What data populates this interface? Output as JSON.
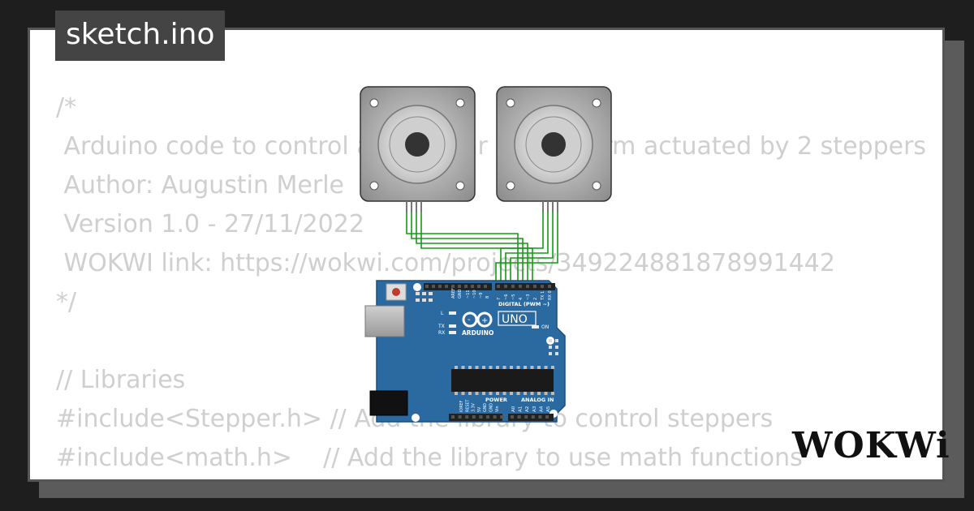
{
  "window": {
    "tab_title": "sketch.ino"
  },
  "code": {
    "lines": [
      "/*",
      " Arduino code to control a bi-planar robotic arm actuated by 2 steppers",
      " Author: Augustin Merle",
      " Version 1.0 - 27/11/2022",
      " WOKWI link: https://wokwi.com/projects/349224881878991442",
      "*/",
      "",
      "// Libraries",
      "#include<Stepper.h> // Add the library to control steppers",
      "#include<math.h>    // Add the library to use math functions"
    ]
  },
  "board": {
    "name": "UNO",
    "brand": "ARDUINO",
    "labels": {
      "aref": "AREF",
      "gnd": "GND",
      "digital": "DIGITAL (PWM ~)",
      "on": "ON",
      "l": "L",
      "tx": "TX",
      "rx": "RX",
      "power": "POWER",
      "analog": "ANALOG IN",
      "power_pins": [
        "IOREF",
        "RESET",
        "3.3V",
        "5V",
        "GND",
        "GND",
        "Vin"
      ],
      "analog_pins": [
        "A0",
        "A1",
        "A2",
        "A3",
        "A4",
        "A5"
      ],
      "digital_pins_left": [
        "~11",
        "~10",
        "~9",
        "8"
      ],
      "digital_pins_right": [
        "7",
        "~6",
        "~5",
        "4",
        "~3",
        "2",
        "TX 1",
        "RX 0"
      ]
    }
  },
  "logo": {
    "text": "WOKWi"
  },
  "colors": {
    "board": "#2a6aa0",
    "wire": "#159a15",
    "motor": "#9c9c9c",
    "code_text": "#cfcfcf",
    "tab_bg": "#444444"
  }
}
